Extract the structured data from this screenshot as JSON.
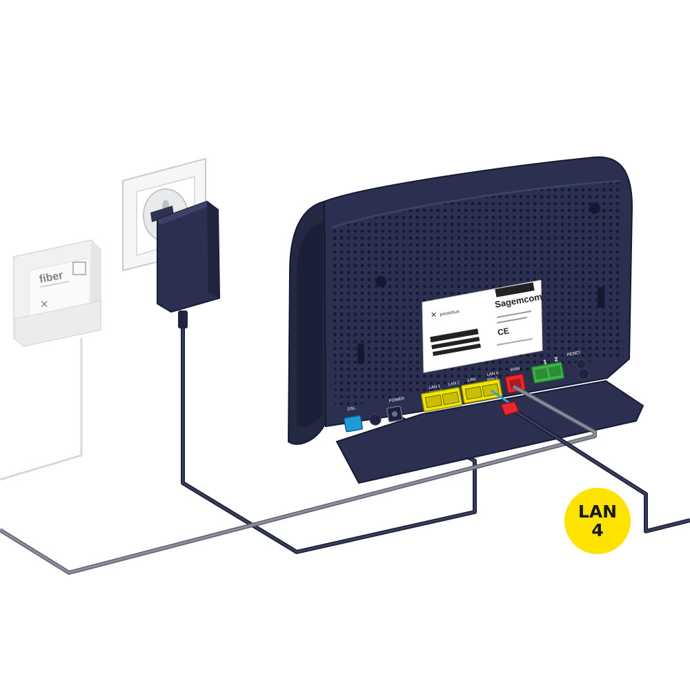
{
  "fiber_box": {
    "brand": "fiber"
  },
  "router": {
    "brand": "Sagemcom",
    "label_brand": "proximus",
    "ce_mark": "CE",
    "ports": {
      "dsl": "DSL",
      "power": "POWER",
      "lan1": "LAN 1",
      "lan1_sub": "BRIDGE",
      "lan2": "LAN 2",
      "lan3": "LAN",
      "lan4": "LAN 4",
      "lan4_sub": "WAN 2",
      "wan": "WAN",
      "phone1": "1",
      "phone2": "2",
      "reset": "RESET"
    }
  },
  "callout": {
    "line1": "LAN",
    "line2": "4",
    "color": "#ffe300"
  },
  "colors": {
    "router_body": "#2b3050",
    "router_dark": "#1f2440",
    "lan_port": "#f2e600",
    "wan_port": "#e8282e",
    "phone_port": "#3fb24a",
    "dsl_port": "#1e9ad8",
    "cable": "#3a3f5c"
  }
}
